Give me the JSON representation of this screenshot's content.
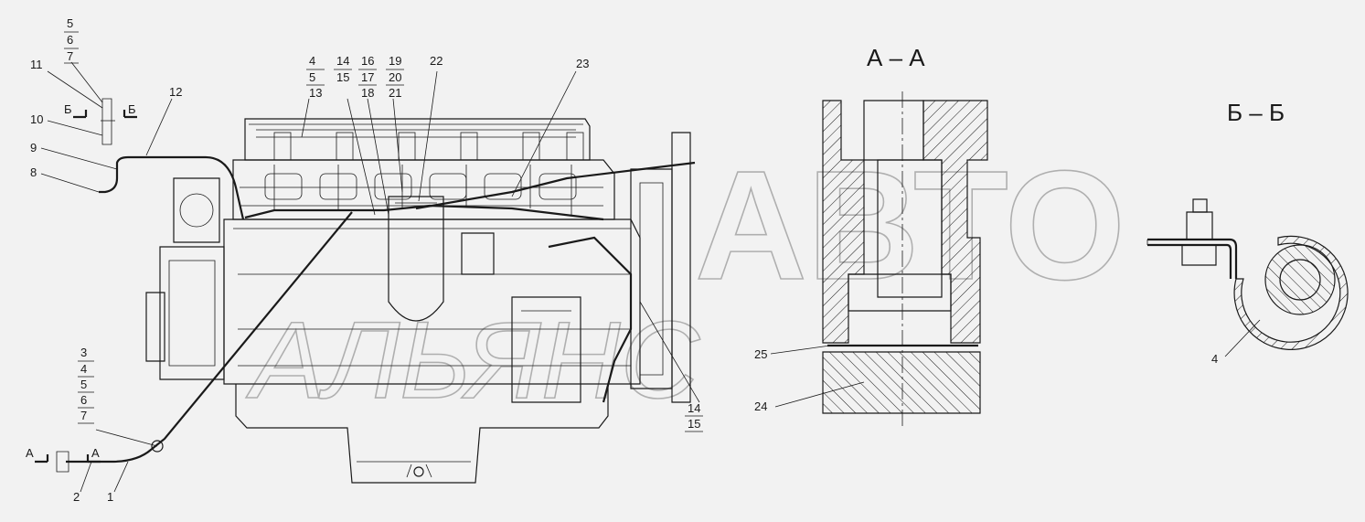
{
  "section_titles": {
    "aa": "А – А",
    "bb": "Б – Б"
  },
  "watermark": {
    "line1": "АВТО",
    "line2": "АЛЬЯНС"
  },
  "callouts": {
    "c5_6_7_top": [
      "5",
      "6",
      "7"
    ],
    "c11": "11",
    "c12": "12",
    "c10": "10",
    "c9": "9",
    "c8": "8",
    "c4_5_13": [
      "4",
      "5",
      "13"
    ],
    "c14_15": [
      "14",
      "15"
    ],
    "c16_17_18": [
      "16",
      "17",
      "18"
    ],
    "c19_20_21": [
      "19",
      "20",
      "21"
    ],
    "c22": "22",
    "c23": "23",
    "c3_7": [
      "3",
      "4",
      "5",
      "6",
      "7"
    ],
    "c2": "2",
    "c1": "1",
    "c14_15_bottom": [
      "14",
      "15"
    ],
    "c25": "25",
    "c24": "24",
    "c4_bb": "4"
  },
  "cut_marks": {
    "a_left": "А",
    "a_right": "А",
    "b_left": "Б",
    "b_right": "Б"
  }
}
